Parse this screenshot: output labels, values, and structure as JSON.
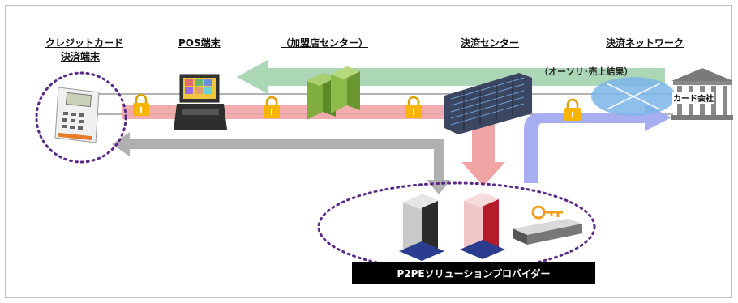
{
  "headers": {
    "credit_terminal_line1": "クレジットカード",
    "credit_terminal_line2": "決済端末",
    "pos": "POS端末",
    "merchant_center": "（加盟店センター）",
    "settlement_center": "決済センター",
    "settlement_network": "決済ネットワーク"
  },
  "arrow_note": "（オーソリ･売上結果）",
  "card_company": "カード会社",
  "provider": "P2PEソリューションプロバイダー",
  "colors": {
    "green_arrow": "#a8d5b3",
    "red_arrow": "#f0a4a4",
    "gray_arrow": "#b0b0b0",
    "blue_arrow": "#a7aef0",
    "network_ellipse": "#7ab5e8",
    "dotted_circle": "#5a2a86",
    "lock": "#f7b400"
  }
}
